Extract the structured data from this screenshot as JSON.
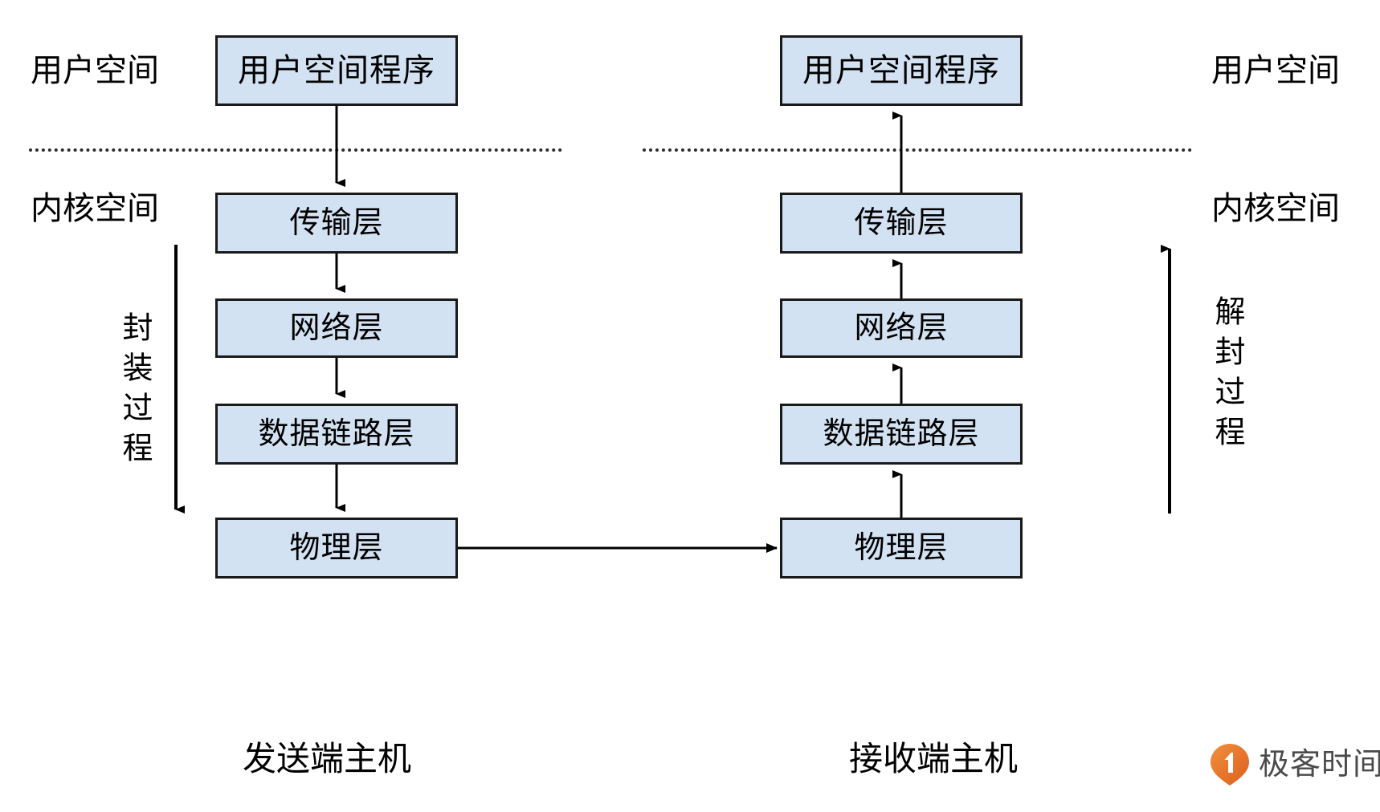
{
  "colors": {
    "box_fill": "#d3e2f2",
    "box_border": "#1a1a1a",
    "divider": "#2b2b2b",
    "text": "#000000",
    "logo_orange": "#e8732a",
    "logo_text": "#4a4a4a",
    "background": "#ffffff"
  },
  "left_side_labels": {
    "user_space": "用户空间",
    "kernel_space": "内核空间"
  },
  "right_side_labels": {
    "user_space": "用户空间",
    "kernel_space": "内核空间"
  },
  "sender": {
    "caption": "发送端主机",
    "process_label": "封装过程",
    "boxes": [
      {
        "label": "用户空间程序"
      },
      {
        "label": "传输层"
      },
      {
        "label": "网络层"
      },
      {
        "label": "数据链路层"
      },
      {
        "label": "物理层"
      }
    ]
  },
  "receiver": {
    "caption": "接收端主机",
    "process_label": "解封过程",
    "boxes": [
      {
        "label": "用户空间程序"
      },
      {
        "label": "传输层"
      },
      {
        "label": "网络层"
      },
      {
        "label": "数据链路层"
      },
      {
        "label": "物理层"
      }
    ]
  },
  "logo": {
    "text": "极客时间",
    "mark": "geektime-pin-icon"
  }
}
